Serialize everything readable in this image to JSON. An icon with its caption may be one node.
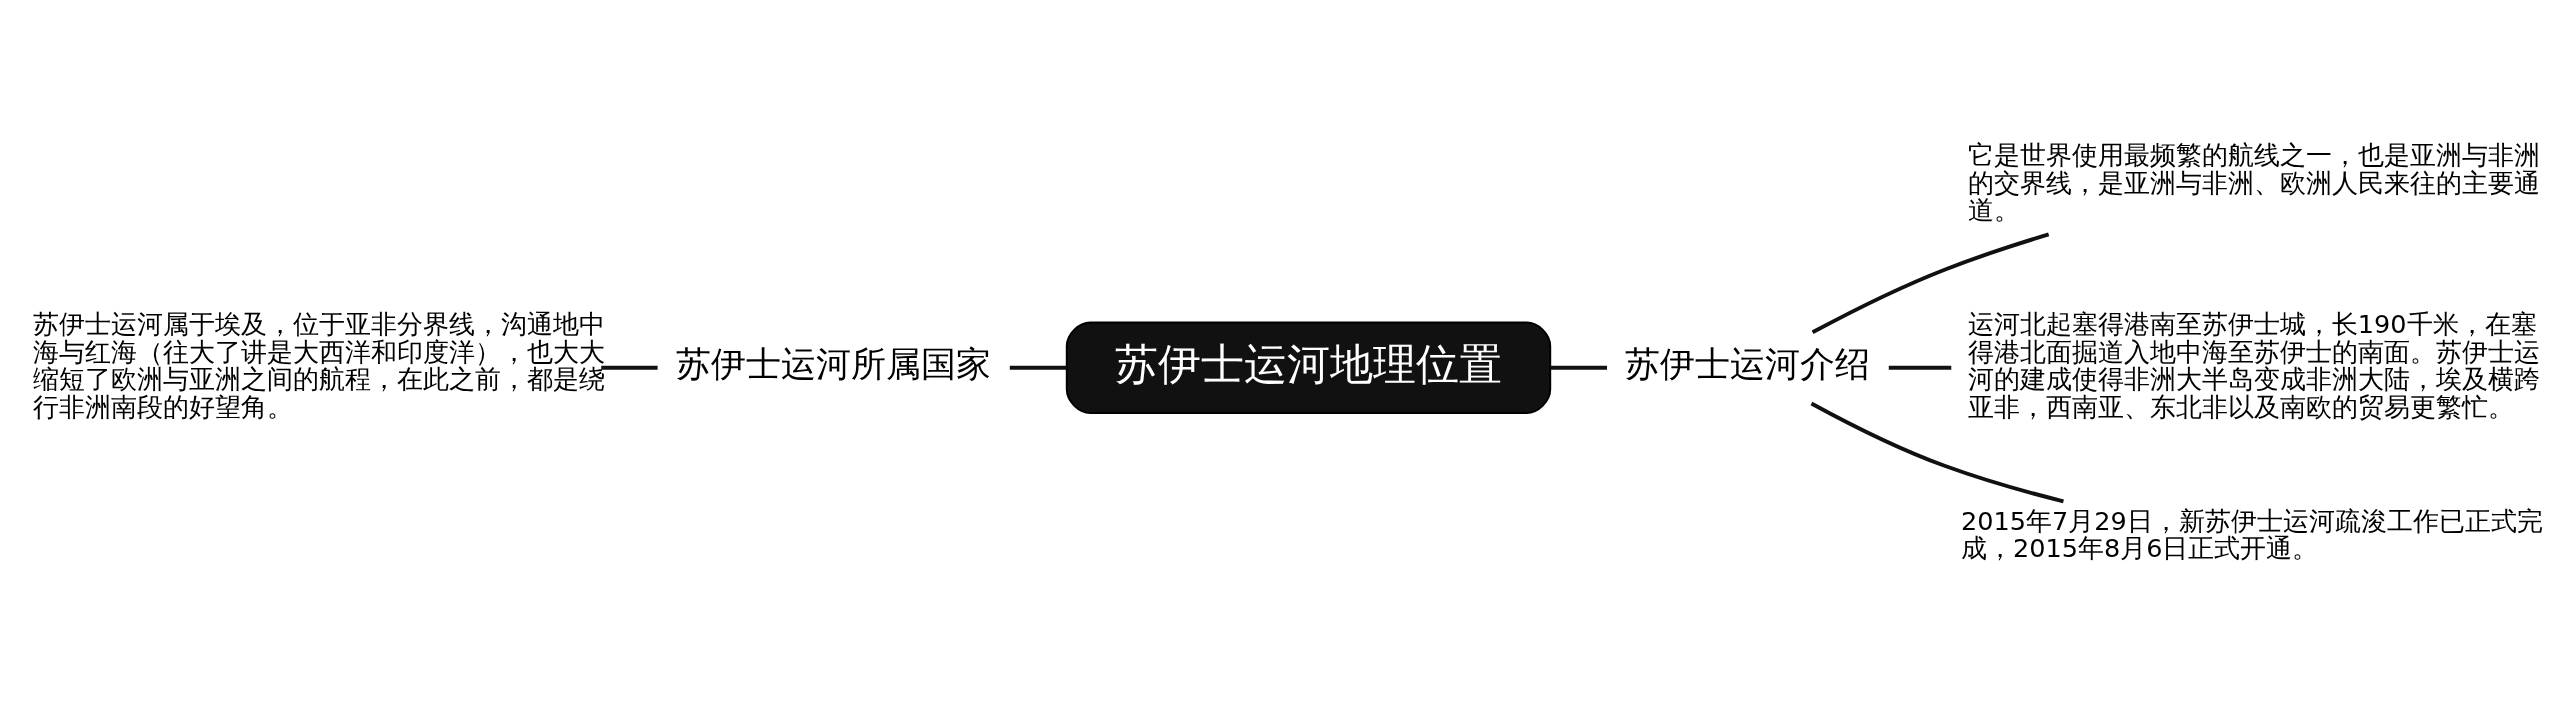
{
  "diagram": {
    "nodes": [
      {
        "text": [
          "苏伊士运河地理位置"
        ]
      },
      {
        "text": [
          "苏伊士运河所属国家"
        ]
      },
      {
        "text": [
          "苏伊士运河属于埃及，位于亚非分界线，沟通地中海与红海（往大了讲是大西洋和印度洋），也大大缩短了欧洲与亚洲之间的航程，在此之前，都是绕行非洲南段的好望角。"
        ]
      },
      {
        "text": [
          "苏伊士运河介绍"
        ]
      },
      {
        "text": [
          "它是世界使用最频繁的航线之一，也是亚洲与非洲的交界线，是亚洲与非洲、欧洲人民来往的主要通道。"
        ]
      },
      {
        "text": [
          "运河北起塞得港南至苏伊士城，长190千米，在塞得港北面掘道入地中海至苏伊士的南面。苏伊士运河的建成使得非洲大半岛变成非洲大陆，埃及横跨亚非，西南亚、东北非以及南欧的贸易更繁忙。"
        ]
      },
      {
        "text": [
          "2015年7月29日，新苏伊士运河疏浚工作已正式完成，2015年8月6日正式开通。"
        ]
      }
    ],
    "edges": [
      {
        "from": 0,
        "to": 1,
        "arrow": "none"
      },
      {
        "from": 1,
        "to": 2,
        "arrow": "none"
      },
      {
        "from": 0,
        "to": 3,
        "arrow": "none"
      },
      {
        "from": 3,
        "to": 4,
        "arrow": "none"
      },
      {
        "from": 3,
        "to": 5,
        "arrow": "none"
      },
      {
        "from": 3,
        "to": 6,
        "arrow": "none"
      }
    ]
  }
}
